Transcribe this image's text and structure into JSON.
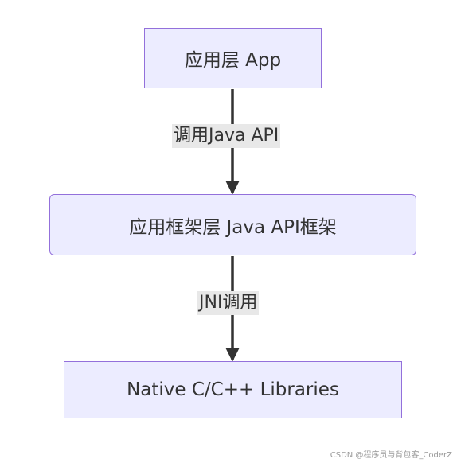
{
  "nodes": {
    "app": {
      "label": "应用层 App"
    },
    "framework": {
      "label": "应用框架层 Java API框架"
    },
    "native": {
      "label": "Native C/C++ Libraries"
    }
  },
  "edges": [
    {
      "label": "调用Java API"
    },
    {
      "label": "JNI调用"
    }
  ],
  "watermark": "CSDN @程序员与背包客_CoderZ",
  "colors": {
    "node_fill": "#ececff",
    "node_border": "#9370db",
    "edge": "#333333",
    "label_bg": "#e8e8e8",
    "text": "#333333"
  }
}
